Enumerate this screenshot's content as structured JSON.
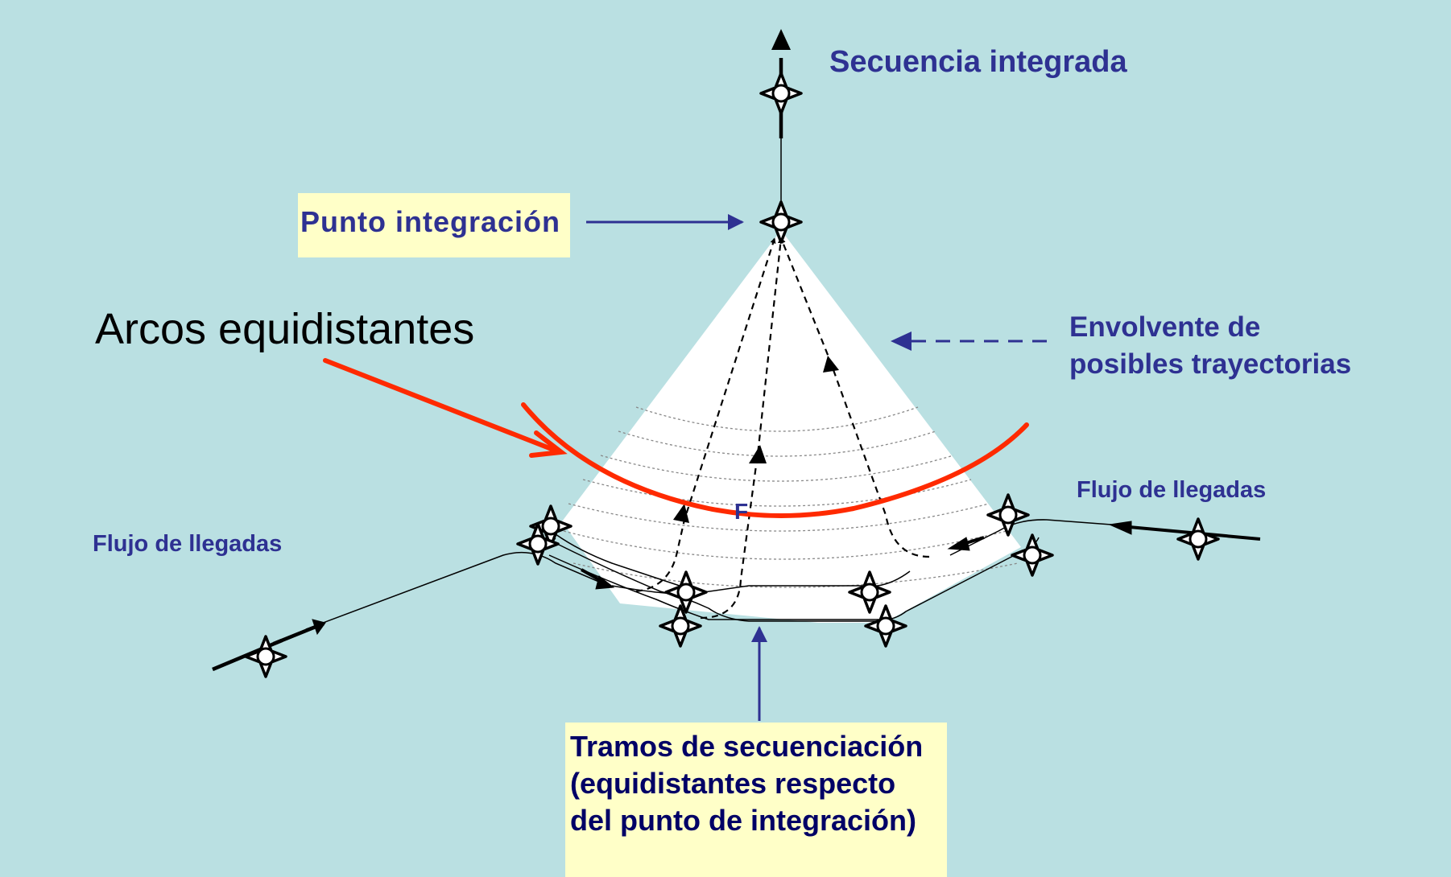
{
  "colors": {
    "background": "#bae0e2",
    "cone": "#ffffff",
    "label_blue": "#2e3192",
    "highlight_box": "#ffffc8",
    "arc_red": "#ff2a00",
    "tramos_text": "#000066"
  },
  "labels": {
    "secuencia": "Secuencia integrada",
    "punto": "Punto integración",
    "arcos": "Arcos equidistantes",
    "envolvente": "Envolvente de\nposibles trayectorias",
    "flujo_right": "Flujo de llegadas",
    "flujo_left": "Flujo de llegadas",
    "f_point": "F",
    "tramos": "Tramos de secuenciación\n(equidistantes respecto\ndel punto de integración)"
  },
  "icons": {
    "aircraft": "aircraft-star-icon"
  }
}
